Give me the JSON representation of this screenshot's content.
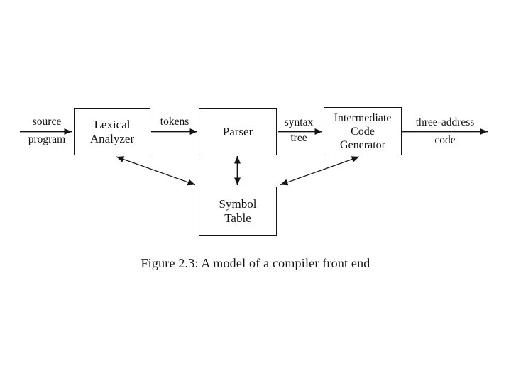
{
  "diagram": {
    "boxes": {
      "lexical_analyzer": {
        "line1": "Lexical",
        "line2": "Analyzer"
      },
      "parser": {
        "label": "Parser"
      },
      "intermediate_code_generator": {
        "line1": "Intermediate",
        "line2": "Code",
        "line3": "Generator"
      },
      "symbol_table": {
        "line1": "Symbol",
        "line2": "Table"
      }
    },
    "edge_labels": {
      "source_program": {
        "line1": "source",
        "line2": "program"
      },
      "tokens": {
        "label": "tokens"
      },
      "syntax_tree": {
        "line1": "syntax",
        "line2": "tree"
      },
      "three_address_code": {
        "line1": "three-address",
        "line2": "code"
      }
    },
    "caption": "Figure 2.3: A model of a compiler front end",
    "colors": {
      "ink": "#141414",
      "background": "#ffffff"
    }
  }
}
